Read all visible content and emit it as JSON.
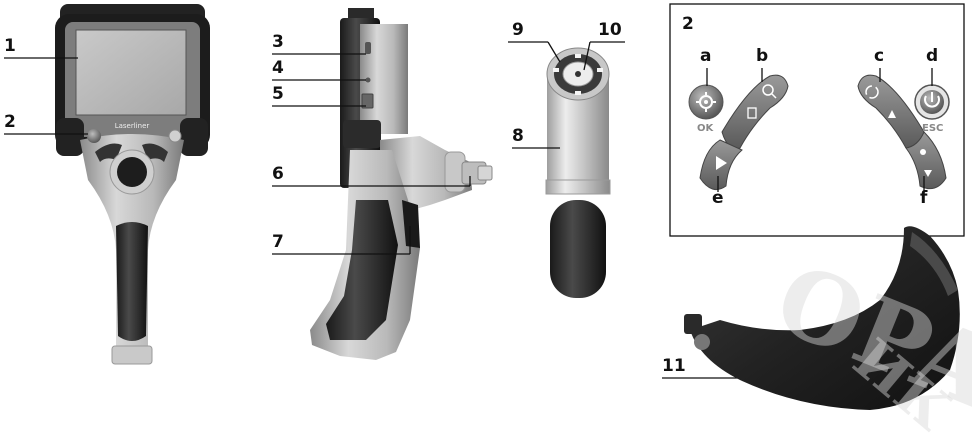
{
  "watermark": {
    "text_main": "OPA",
    "text_sub": "ИК"
  },
  "brand": "Laserliner",
  "callouts": {
    "c1": "1",
    "c2": "2",
    "c3": "3",
    "c4": "4",
    "c5": "5",
    "c6": "6",
    "c7": "7",
    "c8": "8",
    "c9": "9",
    "c10": "10",
    "c11": "11"
  },
  "panel": {
    "title": "2",
    "a": "a",
    "b": "b",
    "c": "c",
    "d": "d",
    "e": "e",
    "f": "f",
    "ok_label": "OK",
    "esc_label": "ESC"
  },
  "icons": {
    "settings": "gear-icon",
    "zoom": "magnifier-plus-icon",
    "delete": "trash-icon",
    "rotate": "rotate-icon",
    "eject": "eject-icon",
    "power": "power-icon",
    "play": "play-icon",
    "brightness": "sun-icon",
    "down": "triangle-down-icon"
  }
}
